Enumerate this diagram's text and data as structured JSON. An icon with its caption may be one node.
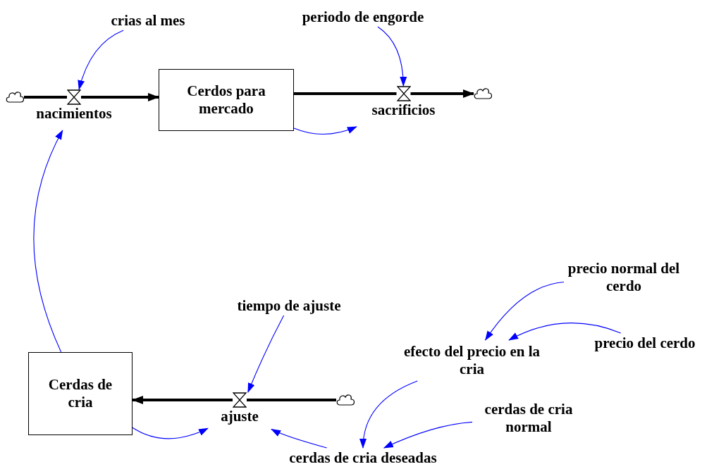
{
  "diagram": {
    "nodes": [
      {
        "text": [],
        "shape": "cloud"
      },
      {
        "text": [
          "nacimientos"
        ]
      },
      {
        "text": [
          "Cerdos para mercado"
        ]
      },
      {
        "text": [
          "sacrificios"
        ]
      },
      {
        "text": [],
        "shape": "cloud"
      },
      {
        "text": [
          "crias al mes"
        ]
      },
      {
        "text": [
          "periodo de engorde"
        ]
      },
      {
        "text": [
          "Cerdas de cria"
        ]
      },
      {
        "text": [
          "ajuste"
        ]
      },
      {
        "text": [],
        "shape": "cloud"
      },
      {
        "text": [
          "tiempo de ajuste"
        ]
      },
      {
        "text": [
          "precio normal del cerdo"
        ]
      },
      {
        "text": [
          "precio del cerdo"
        ]
      },
      {
        "text": [
          "efecto del precio en la cria"
        ]
      },
      {
        "text": [
          "cerdas de cria normal"
        ]
      },
      {
        "text": [
          "cerdas de cria deseadas"
        ]
      }
    ],
    "edges": [
      {
        "from": 0,
        "to": 1,
        "arrow": "none",
        "style": "thick",
        "color": "#000000"
      },
      {
        "from": 1,
        "to": 2,
        "arrow": "to",
        "style": "thick",
        "color": "#000000"
      },
      {
        "from": 2,
        "to": 3,
        "arrow": "none",
        "style": "thick",
        "color": "#000000"
      },
      {
        "from": 3,
        "to": 4,
        "arrow": "to",
        "style": "thick",
        "color": "#000000"
      },
      {
        "from": 9,
        "to": 8,
        "arrow": "none",
        "style": "thick",
        "color": "#000000"
      },
      {
        "from": 8,
        "to": 7,
        "arrow": "to",
        "style": "thick",
        "color": "#000000"
      },
      {
        "from": 5,
        "to": 1,
        "arrow": "to"
      },
      {
        "from": 6,
        "to": 3,
        "arrow": "to"
      },
      {
        "from": 2,
        "to": 3,
        "arrow": "to"
      },
      {
        "from": 7,
        "to": 1,
        "arrow": "to"
      },
      {
        "from": 10,
        "to": 8,
        "arrow": "to"
      },
      {
        "from": 7,
        "to": 8,
        "arrow": "to"
      },
      {
        "from": 11,
        "to": 13,
        "arrow": "to"
      },
      {
        "from": 12,
        "to": 13,
        "arrow": "to"
      },
      {
        "from": 13,
        "to": 15,
        "arrow": "to"
      },
      {
        "from": 14,
        "to": 15,
        "arrow": "to"
      },
      {
        "from": 15,
        "to": 8,
        "arrow": "to"
      }
    ]
  }
}
